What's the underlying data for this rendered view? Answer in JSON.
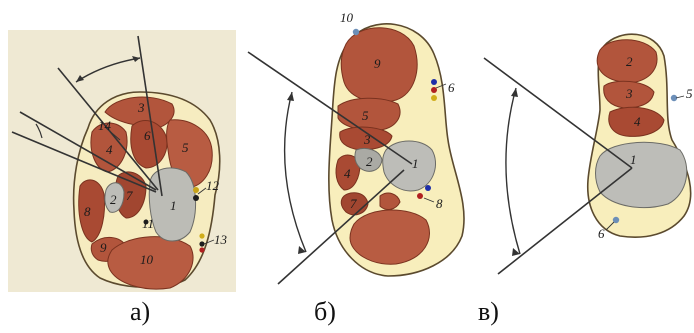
{
  "colors": {
    "background": "#ffffff",
    "paper_a": "#efe9d3",
    "section_fill": "#f8eebc",
    "section_stroke": "#5b4a2e",
    "muscle": "#b2553c",
    "muscle_dark": "#8a3a26",
    "bone_gray": "#b9b9b3",
    "line": "#3a3a3a"
  },
  "panels": [
    {
      "id": "a",
      "label": "а)"
    },
    {
      "id": "b",
      "label": "б)"
    },
    {
      "id": "c",
      "label": "в)"
    }
  ],
  "panel_a_labels": {
    "n1": "1",
    "n2": "2",
    "n3": "3",
    "n4": "4",
    "n5": "5",
    "n6": "6",
    "n7": "7",
    "n8": "8",
    "n9": "9",
    "n10": "10",
    "n11": "11",
    "n12": "12",
    "n13": "13",
    "n14": "14"
  },
  "panel_b_labels": {
    "n1": "1",
    "n2": "2",
    "n3": "3",
    "n4": "4",
    "n5": "5",
    "n6": "6",
    "n7": "7",
    "n8": "8",
    "n9": "9",
    "n10": "10"
  },
  "panel_c_labels": {
    "n1": "1",
    "n2": "2",
    "n3": "3",
    "n4": "4",
    "n5": "5",
    "n6": "6"
  }
}
